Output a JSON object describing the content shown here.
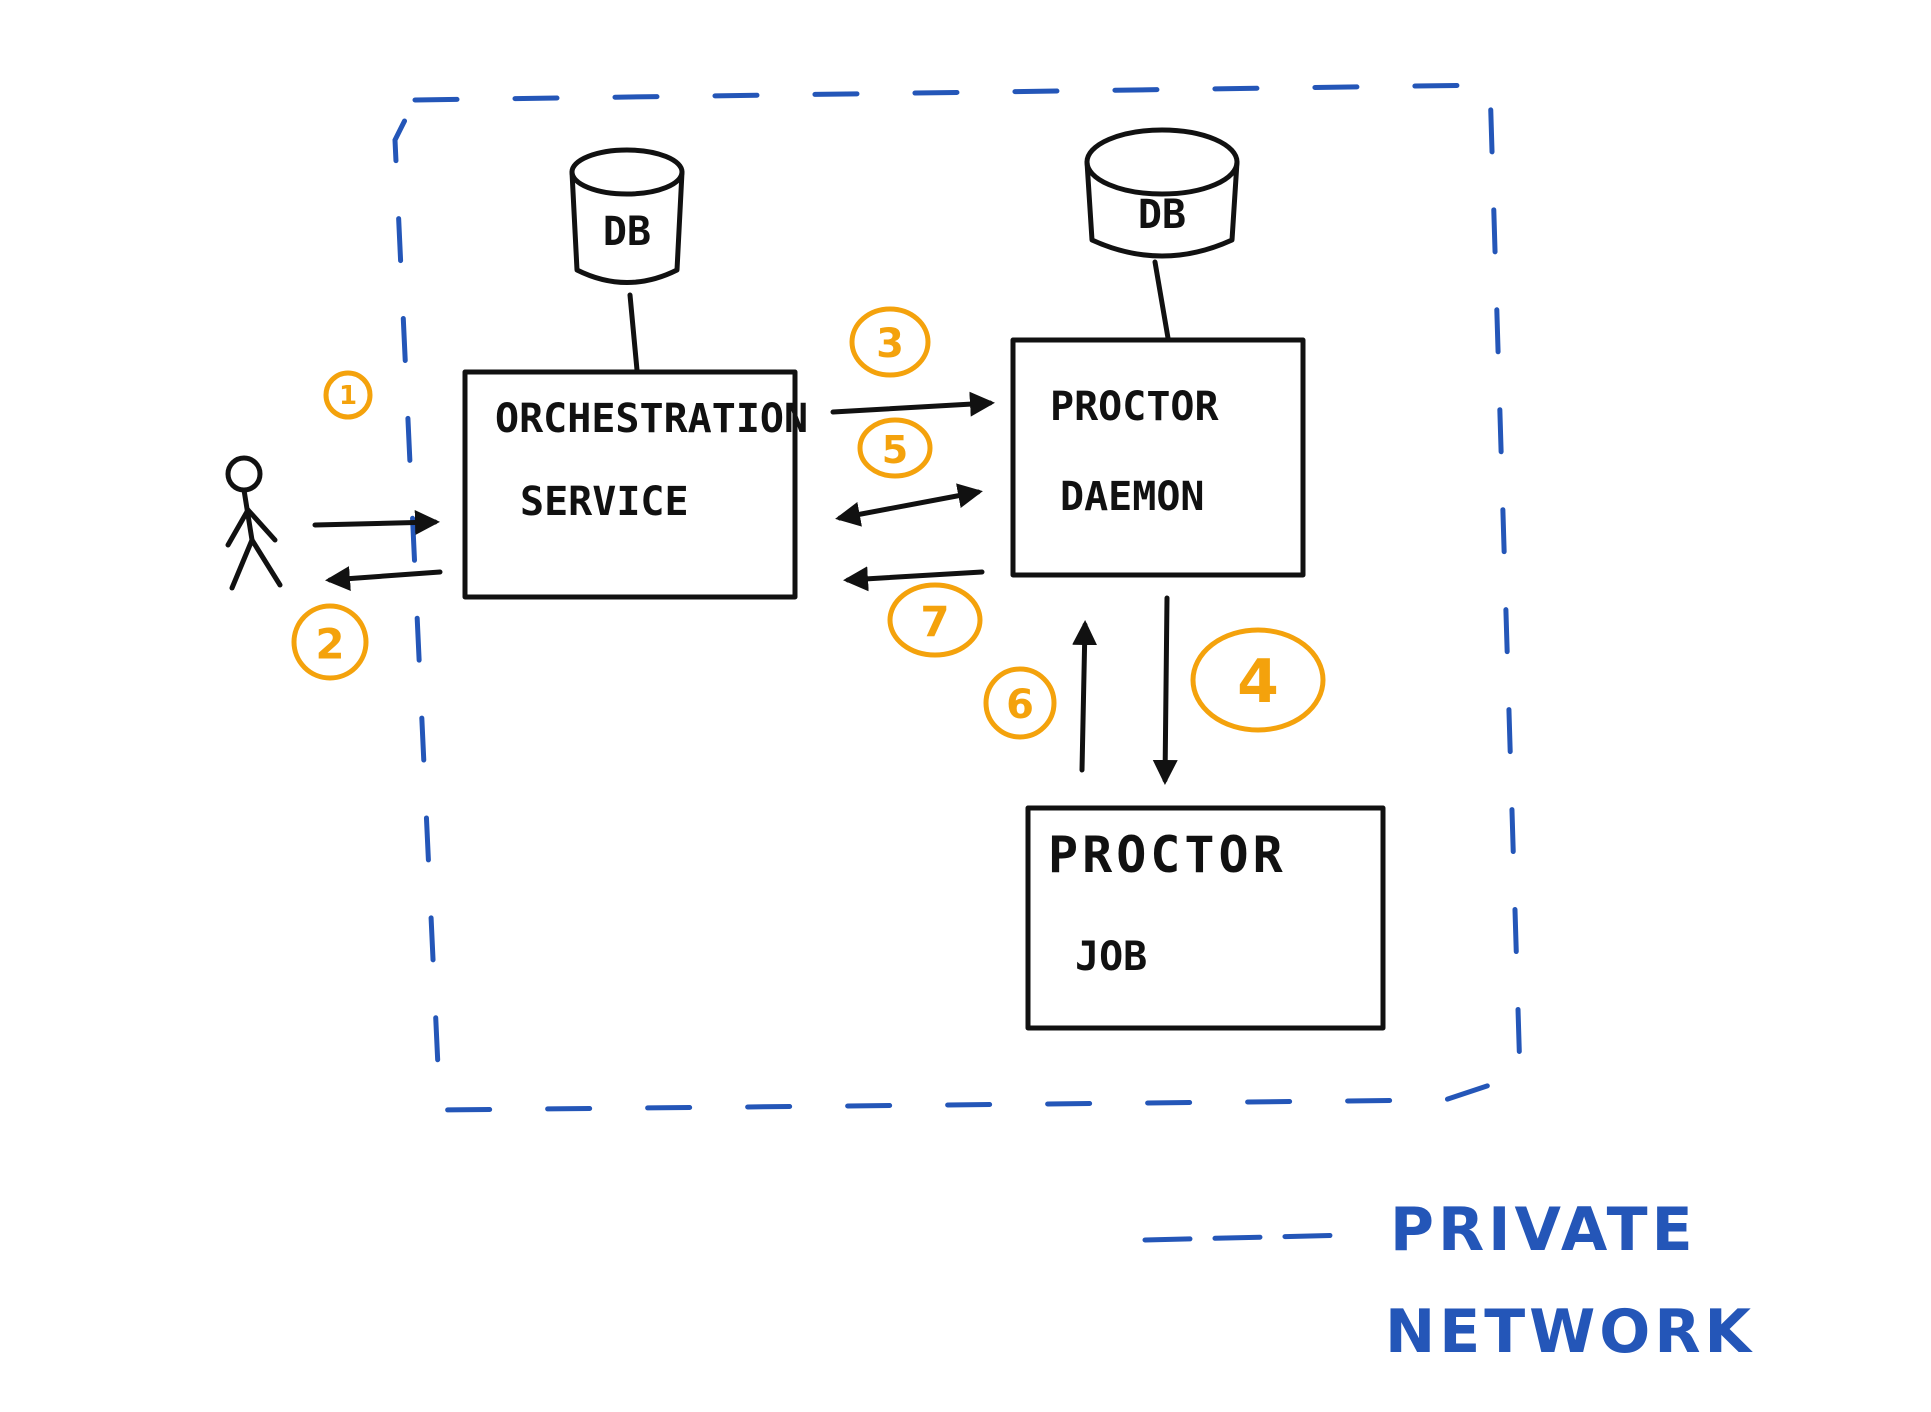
{
  "diagram": {
    "nodes": {
      "orchestration_service": {
        "line1": "ORCHESTRATION",
        "line2": "SERVICE"
      },
      "proctor_daemon": {
        "line1": "PROCTOR",
        "line2": "DAEMON"
      },
      "proctor_job": {
        "line1": "PROCTOR",
        "line2": "JOB"
      },
      "db_orchestration": {
        "label": "DB"
      },
      "db_daemon": {
        "label": "DB"
      }
    },
    "steps": {
      "user_to_orchestration": "1",
      "orchestration_to_user": "2",
      "orchestration_to_daemon": "3",
      "daemon_to_job": "4",
      "daemon_orchestration_bidirectional": "5",
      "job_to_daemon": "6",
      "daemon_to_orchestration": "7"
    },
    "legend": {
      "line1": "PRIVATE",
      "line2": "NETWORK"
    },
    "colors": {
      "ink": "#111111",
      "network_boundary": "#2456b8",
      "step_marker": "#f4a20c"
    }
  }
}
